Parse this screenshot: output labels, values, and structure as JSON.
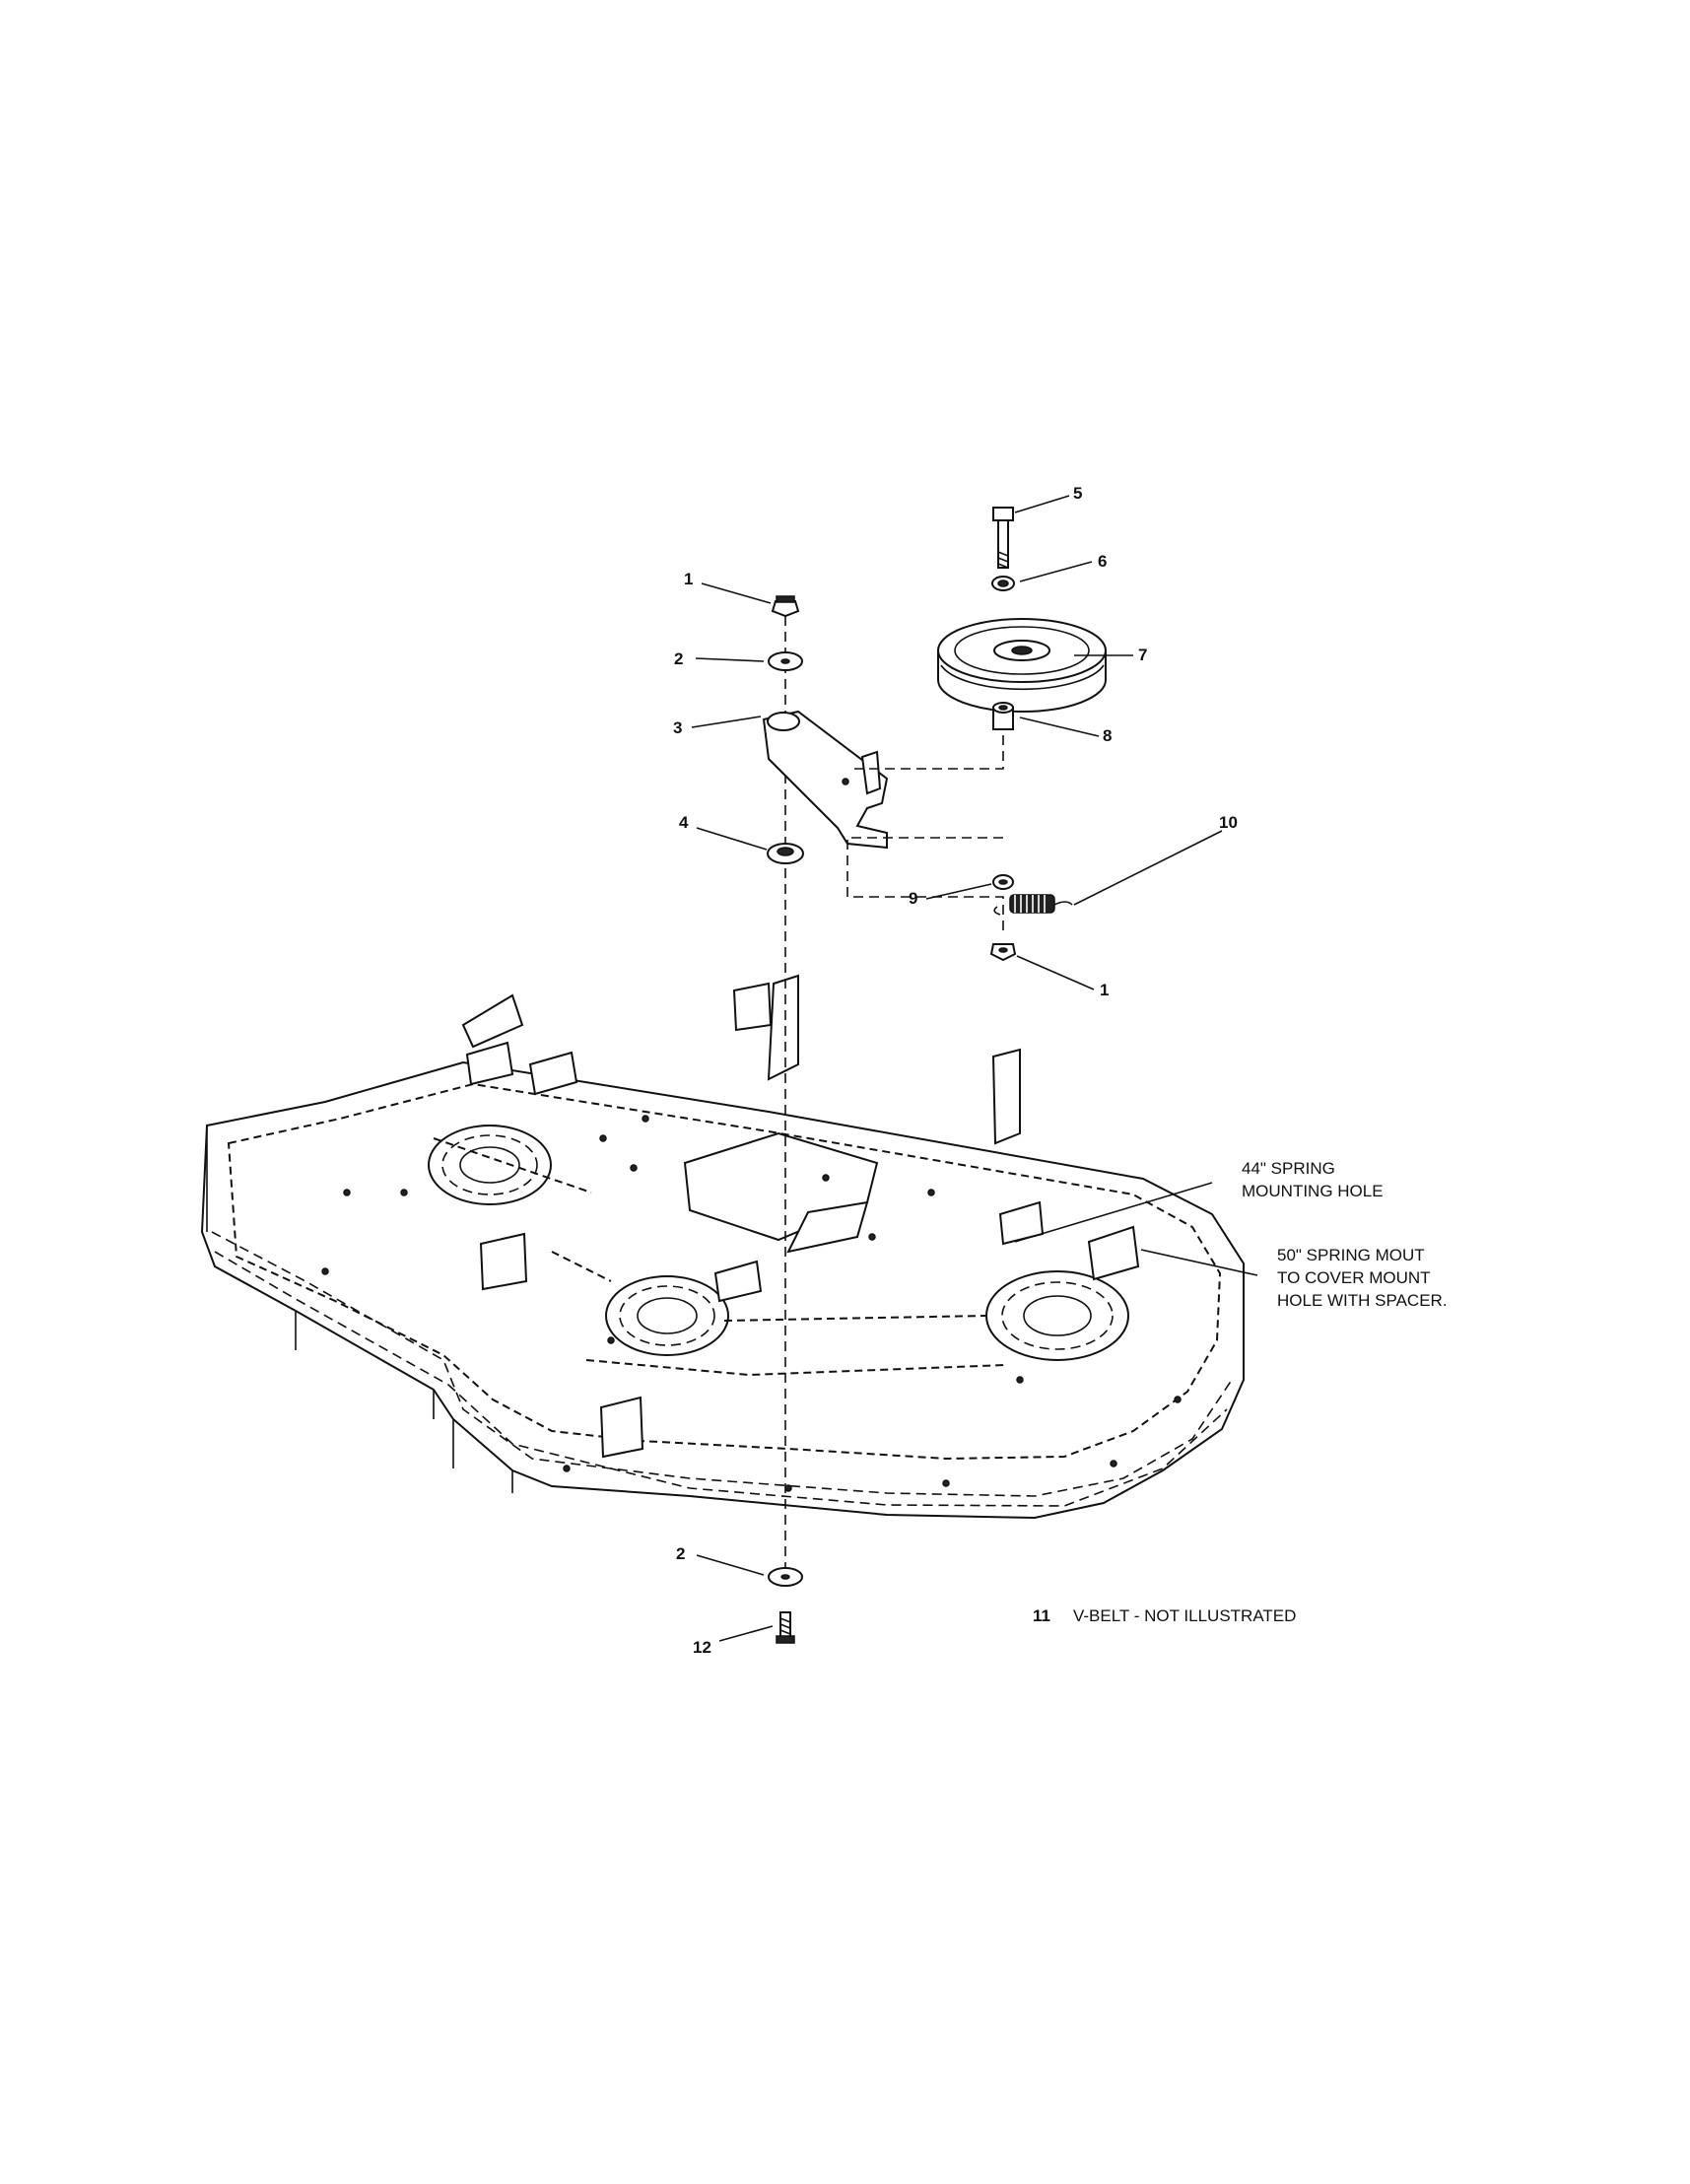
{
  "callouts": {
    "c1_top": "1",
    "c2_top": "2",
    "c3": "3",
    "c4": "4",
    "c5": "5",
    "c6": "6",
    "c7": "7",
    "c8": "8",
    "c9": "9",
    "c10": "10",
    "c1_bottom": "1",
    "c2_bottom": "2",
    "c12": "12"
  },
  "notes": {
    "spring44_line1": "44\" SPRING",
    "spring44_line2": "MOUNTING HOLE",
    "spring50_line1": "50\" SPRING MOUT",
    "spring50_line2": "TO COVER MOUNT",
    "spring50_line3": "HOLE WITH SPACER.",
    "vbelt_number": "11",
    "vbelt_text": "V-BELT - NOT ILLUSTRATED"
  }
}
